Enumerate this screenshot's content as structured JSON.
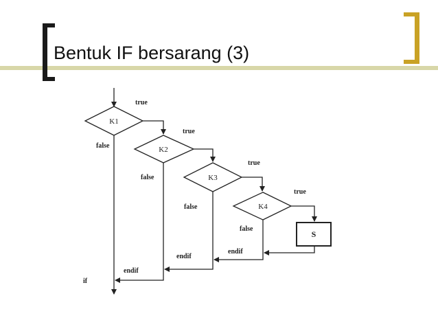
{
  "slide": {
    "title": "Bentuk IF bersarang (3)"
  },
  "diagram": {
    "conditions": [
      "K1",
      "K2",
      "K3",
      "K4"
    ],
    "true_label": "true",
    "false_label": "false",
    "endif_label": "endif",
    "statement": "S",
    "left_cut_label": "if"
  },
  "colors": {
    "bracket_left": "#1a1a1a",
    "bracket_right": "#c9a225",
    "bar": "#d8d7a8"
  }
}
